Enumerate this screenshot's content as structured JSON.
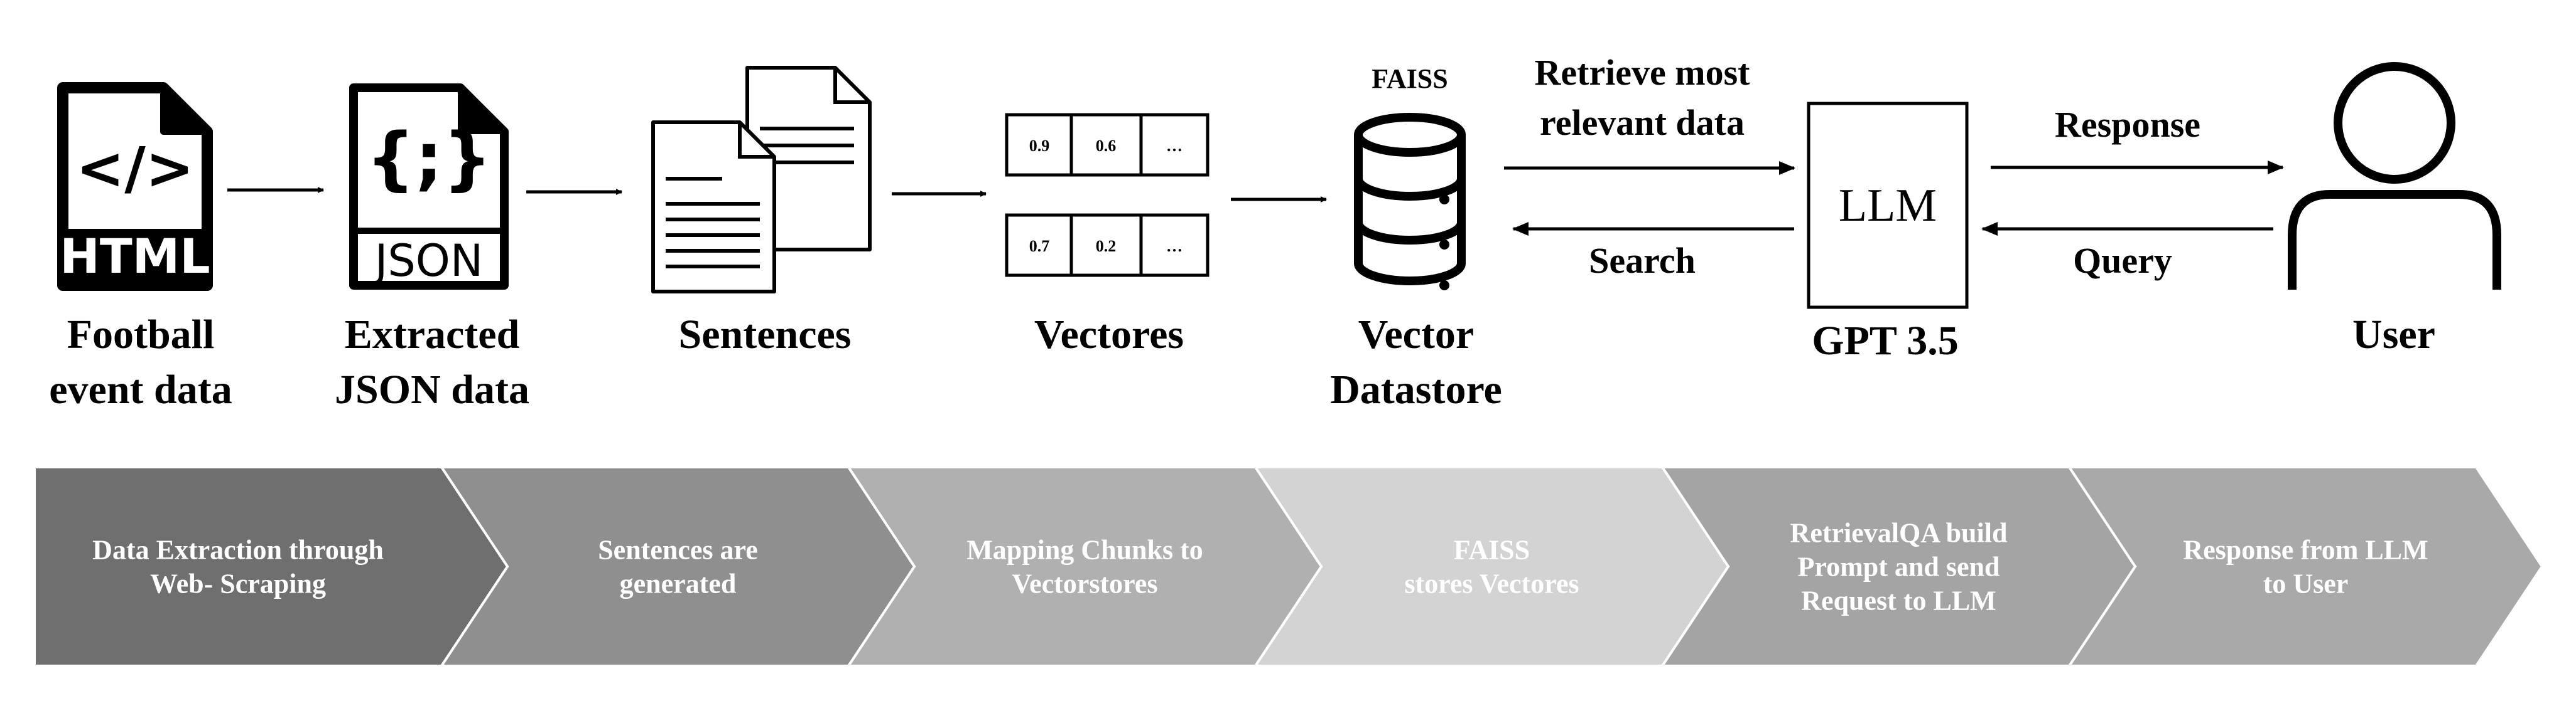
{
  "icons": {
    "html_file": {
      "glyph": "</>",
      "tag": "HTML"
    },
    "json_file": {
      "glyph": "{;}",
      "tag": "JSON"
    }
  },
  "nodes": {
    "football": {
      "line1": "Football",
      "line2": "event data"
    },
    "json": {
      "line1": "Extracted",
      "line2": "JSON data"
    },
    "sentences": {
      "label": "Sentences"
    },
    "vectores": {
      "label": "Vectores"
    },
    "datastore": {
      "top": "FAISS",
      "line1": "Vector",
      "line2": "Datastore"
    },
    "llm": {
      "box": "LLM",
      "caption": "GPT 3.5"
    },
    "user": {
      "label": "User"
    }
  },
  "vectors": {
    "row1": [
      "0.9",
      "0.6",
      "…"
    ],
    "row2": [
      "0.7",
      "0.2",
      "…"
    ]
  },
  "edges": {
    "retrieve": {
      "line1": "Retrieve most",
      "line2": "relevant data"
    },
    "search": "Search",
    "response": "Response",
    "query": "Query"
  },
  "steps": [
    {
      "lines": [
        "Data Extraction through",
        "Web- Scraping"
      ],
      "color": "#6f6f6f"
    },
    {
      "lines": [
        "Sentences are",
        "generated"
      ],
      "color": "#8f8f8f"
    },
    {
      "lines": [
        "Mapping Chunks to",
        "Vectorstores"
      ],
      "color": "#b0b0b0"
    },
    {
      "lines": [
        "FAISS",
        "stores Vectores"
      ],
      "color": "#d3d3d3"
    },
    {
      "lines": [
        "RetrievalQA build",
        "Prompt and send",
        "Request to LLM"
      ],
      "color": "#a4a4a4"
    },
    {
      "lines": [
        "Response from LLM",
        "to User"
      ],
      "color": "#a9a9a9"
    }
  ]
}
